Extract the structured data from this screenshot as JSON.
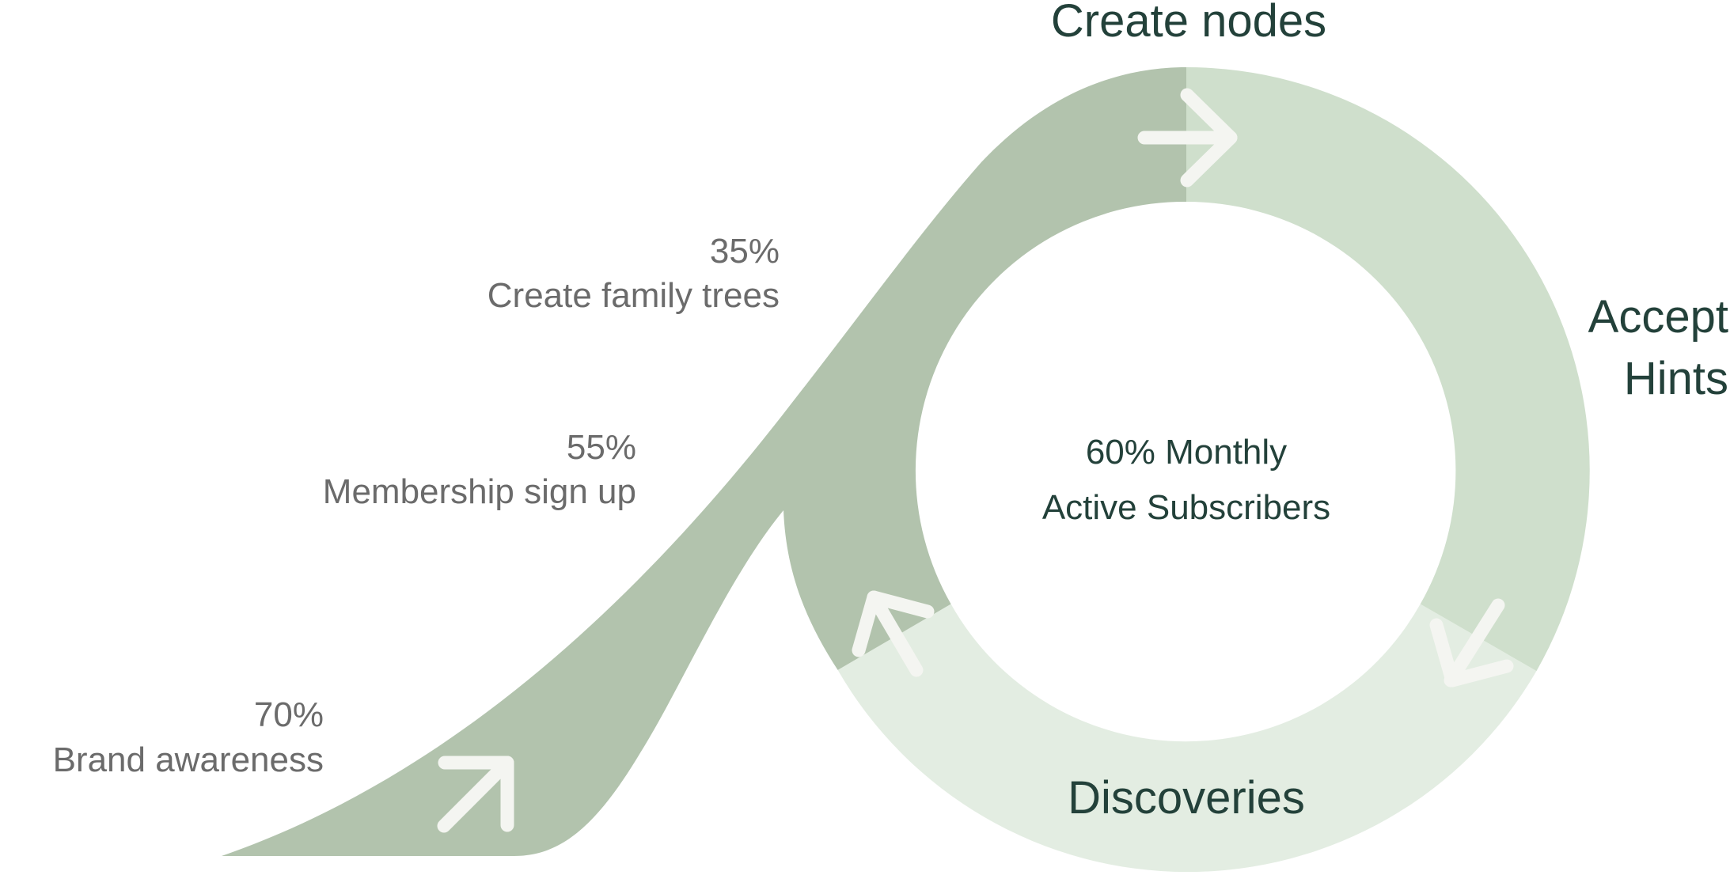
{
  "colors": {
    "funnel_band": "#b2c3ad",
    "create_nodes_segment": "#b2c3ad",
    "accept_hints_segment": "#cfdfcc",
    "discoveries_segment": "#e3ede2",
    "arrow": "#f4f5f1",
    "stage_label": "#23413a",
    "funnel_label": "#6b6b6b",
    "background": "#ffffff"
  },
  "funnel_steps": [
    {
      "percent": "70%",
      "label": "Brand awareness"
    },
    {
      "percent": "55%",
      "label": "Membership sign up"
    },
    {
      "percent": "35%",
      "label": "Create family trees"
    }
  ],
  "cycle_stages": {
    "create_nodes": "Create nodes",
    "accept_hints_line1": "Accept",
    "accept_hints_line2": "Hints",
    "discoveries": "Discoveries"
  },
  "center": {
    "line1": "60% Monthly",
    "line2": "Active Subscribers"
  },
  "icons": {
    "start_arrow": "arrow-up-right-icon",
    "top_arrow": "arrow-right-icon",
    "right_arrow": "arrow-down-left-icon",
    "left_arrow": "arrow-up-left-icon"
  }
}
